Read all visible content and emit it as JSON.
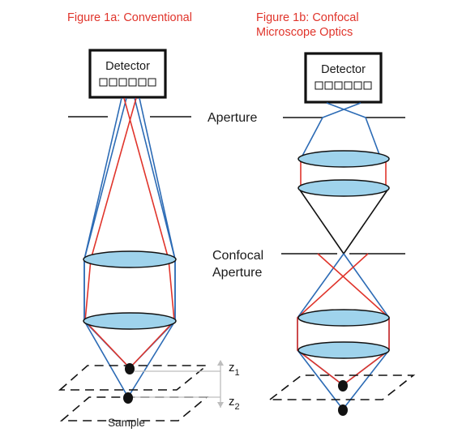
{
  "figure_a": {
    "title": "Figure 1a: Conventional",
    "detector_label": "Detector",
    "sample_label": "Sample",
    "z1": {
      "letter": "z",
      "sub": "1"
    },
    "z2": {
      "letter": "z",
      "sub": "2"
    }
  },
  "figure_b": {
    "title_line1": "Figure 1b: Confocal",
    "title_line2": "Microscope Optics",
    "detector_label": "Detector"
  },
  "labels": {
    "aperture": "Aperture",
    "confocal_line1": "Confocal",
    "confocal_line2": "Aperture"
  },
  "colors": {
    "title_red": "#e0342b",
    "ray_blue": "#2c6bb5",
    "ray_red": "#e0342b",
    "lens_fill": "#9fd3ec"
  }
}
